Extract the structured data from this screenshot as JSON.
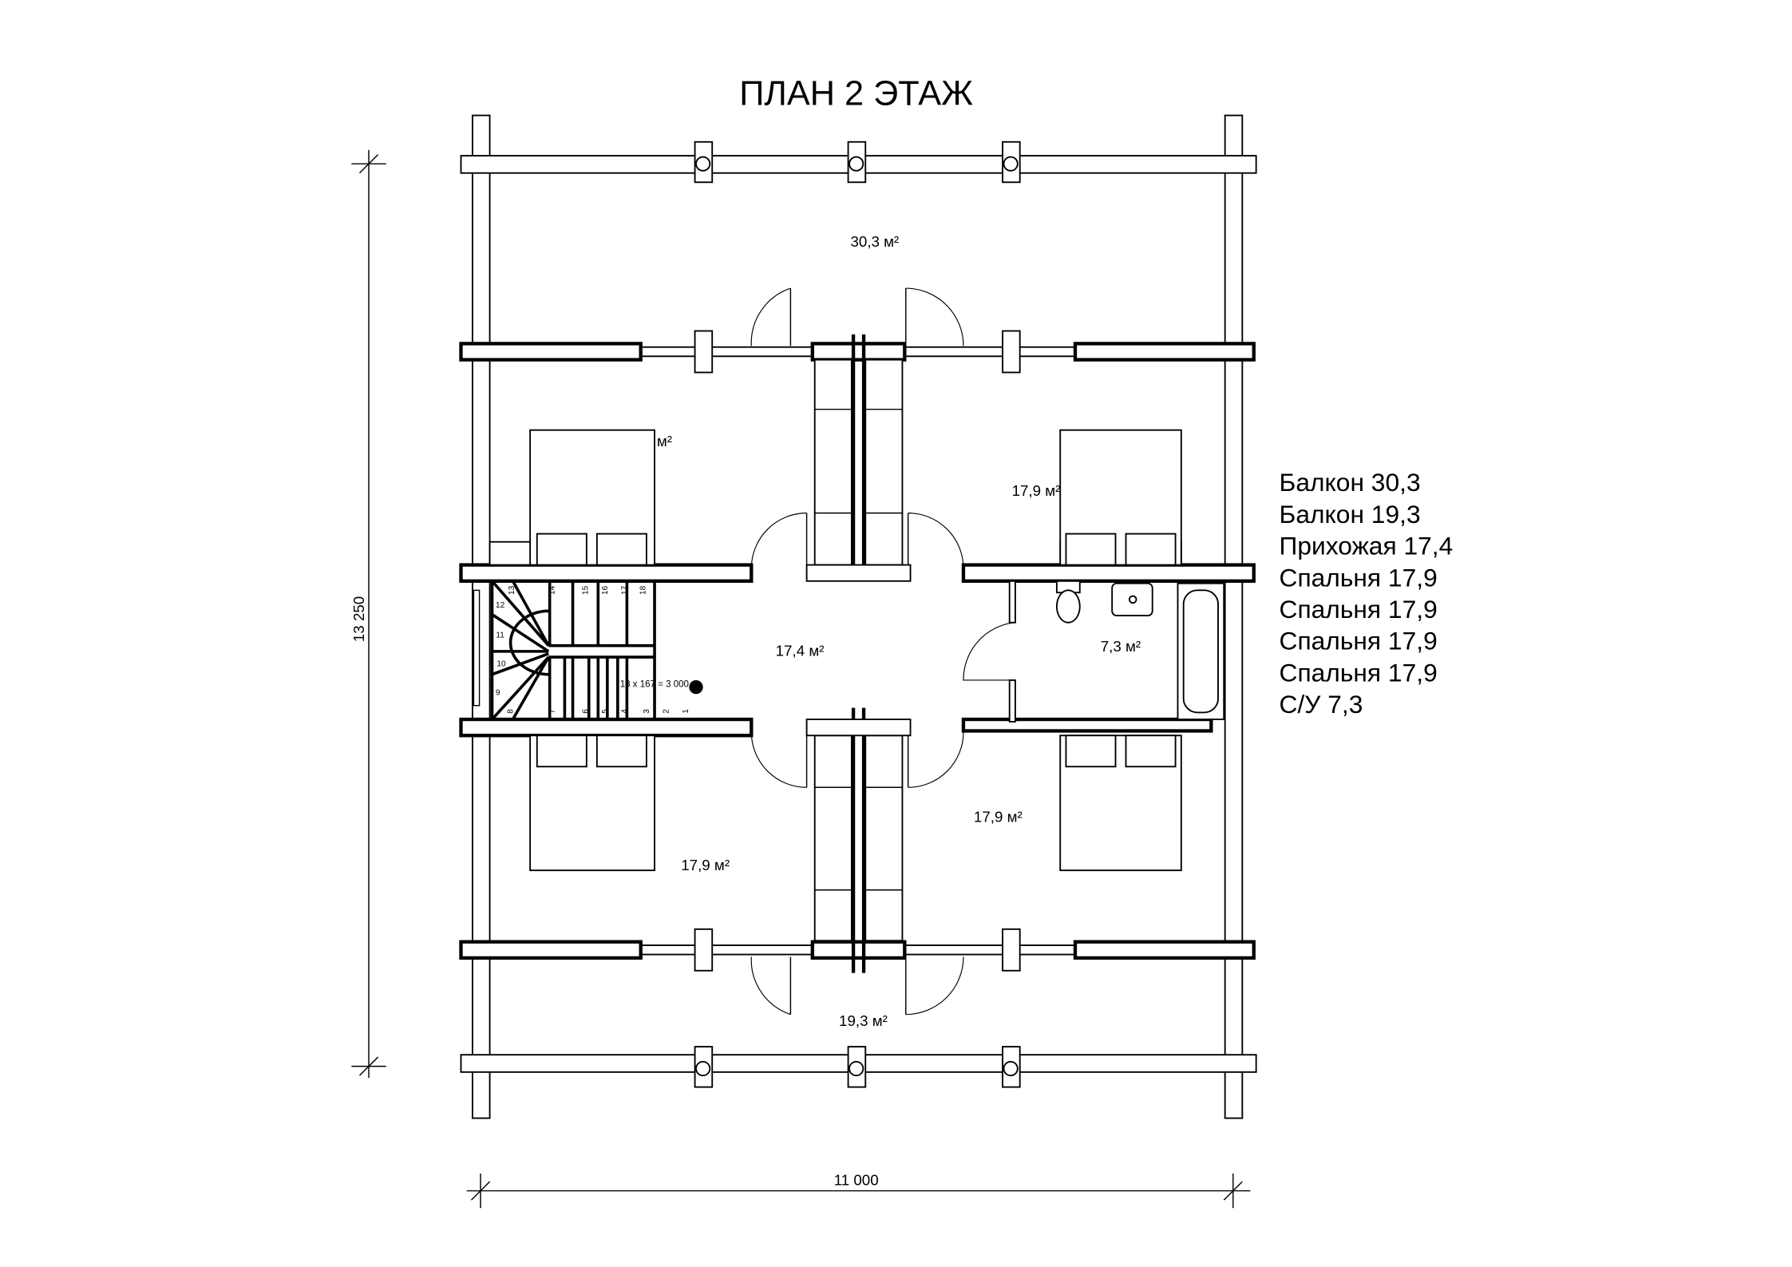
{
  "title": "ПЛАН 2 ЭТАЖ",
  "dimensions": {
    "height": "13 250",
    "width": "11 000"
  },
  "rooms": {
    "balcony_top": "30,3 м²",
    "bedroom_top_left": "м²",
    "bedroom_top_right": "17,9 м²",
    "hall": "17,4 м²",
    "bathroom": "7,3 м²",
    "bedroom_bottom_left": "17,9 м²",
    "bedroom_bottom_right": "17,9 м²",
    "balcony_bottom": "19,3 м²"
  },
  "stairs": {
    "formula": "18 x 167 = 3 000",
    "steps": [
      "1",
      "2",
      "3",
      "4",
      "5",
      "6",
      "7",
      "8",
      "9",
      "10",
      "11",
      "12",
      "13",
      "14",
      "15",
      "16",
      "17",
      "18"
    ]
  },
  "legend": [
    "Балкон 30,3",
    "Балкон 19,3",
    "Прихожая 17,4",
    "Спальня 17,9",
    "Спальня 17,9",
    "Спальня 17,9",
    "Спальня 17,9",
    "С/У 7,3"
  ]
}
